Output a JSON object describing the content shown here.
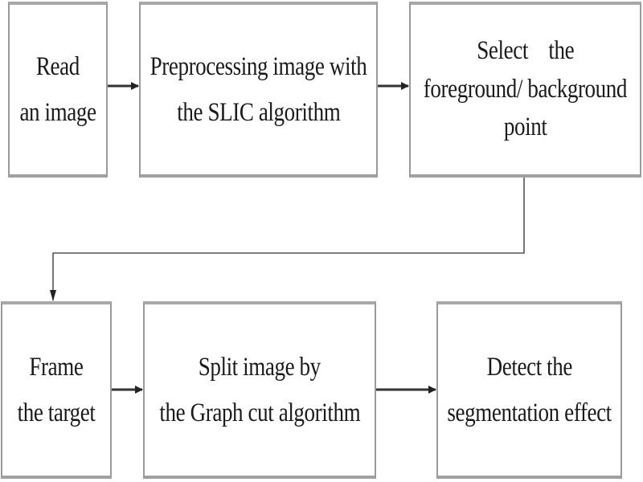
{
  "diagram": {
    "type": "flowchart",
    "steps": [
      {
        "id": "read-image",
        "lines": [
          "Read",
          "an image"
        ]
      },
      {
        "id": "preprocess-slic",
        "lines": [
          "Preprocessing image with",
          "the SLIC algorithm"
        ]
      },
      {
        "id": "select-points",
        "lines": [
          "Select    the",
          "foreground/ background",
          "point"
        ]
      },
      {
        "id": "frame-target",
        "lines": [
          "Frame",
          "the target"
        ]
      },
      {
        "id": "split-graphcut",
        "lines": [
          "Split image by",
          "the Graph cut algorithm"
        ]
      },
      {
        "id": "detect-effect",
        "lines": [
          "Detect the",
          "segmentation effect"
        ]
      }
    ],
    "edges": [
      {
        "from": "read-image",
        "to": "preprocess-slic"
      },
      {
        "from": "preprocess-slic",
        "to": "select-points"
      },
      {
        "from": "select-points",
        "to": "frame-target"
      },
      {
        "from": "frame-target",
        "to": "split-graphcut"
      },
      {
        "from": "split-graphcut",
        "to": "detect-effect"
      }
    ],
    "colors": {
      "box_border": "#9a9a9a",
      "arrow": "#222222",
      "text": "#1a1a1a",
      "background": "#ffffff"
    }
  }
}
